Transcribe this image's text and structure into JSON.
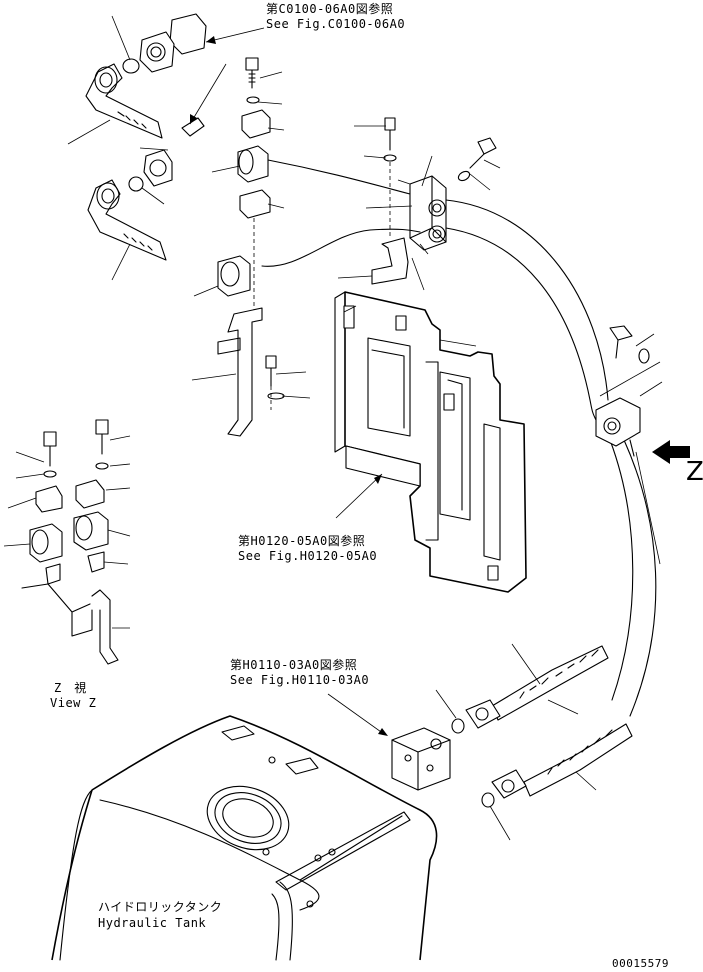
{
  "references": [
    {
      "jp": "第C0100-06A0図参照",
      "en": "See Fig.C0100-06A0"
    },
    {
      "jp": "第H0120-05A0図参照",
      "en": "See Fig.H0120-05A0"
    },
    {
      "jp": "第H0110-03A0図参照",
      "en": "See Fig.H0110-03A0"
    }
  ],
  "view": {
    "jp": "Z　視",
    "en": "View Z",
    "arrow_letter": "Z"
  },
  "tank": {
    "jp": "ハイドロリックタンク",
    "en": "Hydraulic Tank"
  },
  "drawing_number": "00015579"
}
